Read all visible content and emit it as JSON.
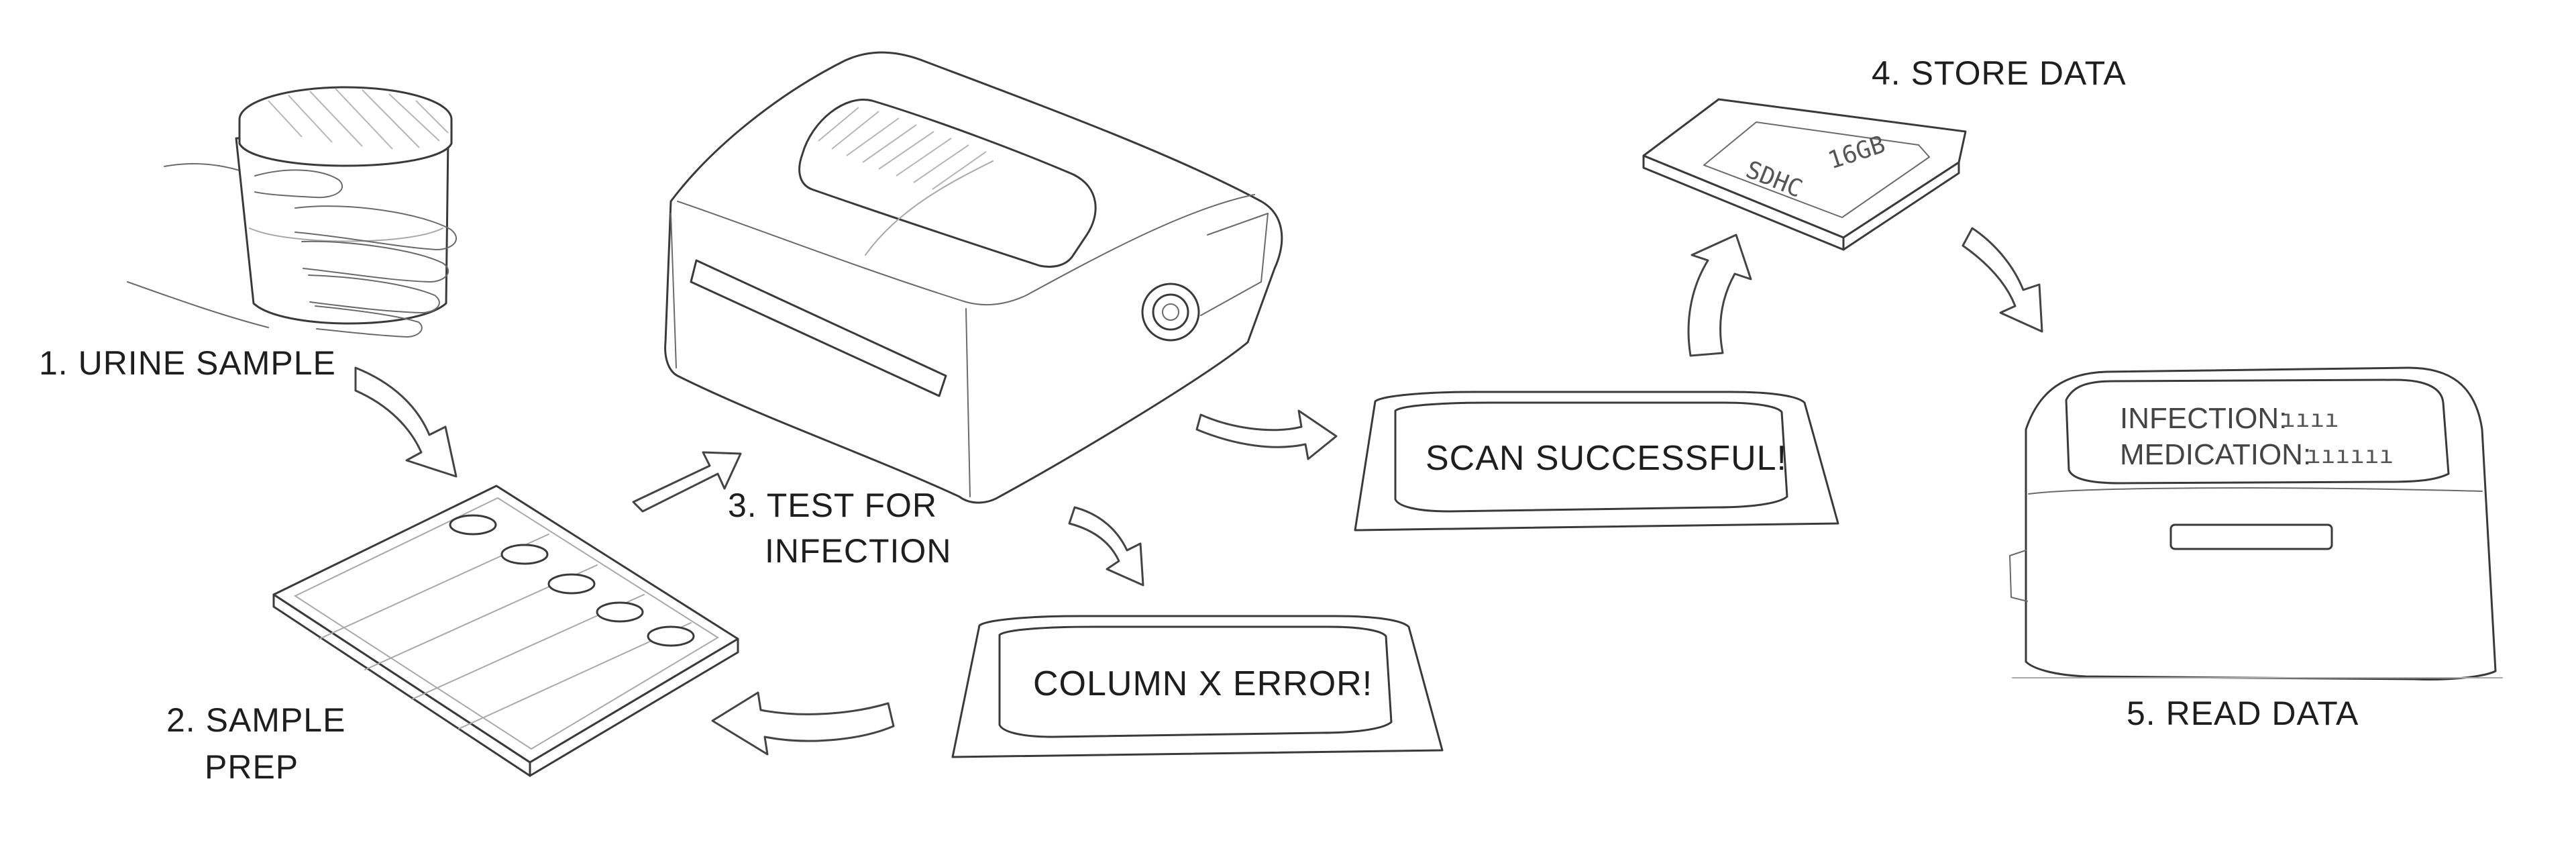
{
  "steps": {
    "s1": "1. URINE SAMPLE",
    "s2_a": "2. SAMPLE",
    "s2_b": "PREP",
    "s3_a": "3. TEST FOR",
    "s3_b": "INFECTION",
    "s4": "4. STORE DATA",
    "s5": "5. READ DATA"
  },
  "screens": {
    "success": "SCAN SUCCESSFUL!",
    "error": "COLUMN X ERROR!"
  },
  "sd_card": {
    "brand": "SDHC",
    "capacity": "16GB"
  },
  "reader": {
    "infection_label": "INFECTION:",
    "infection_value": "ıııı",
    "medication_label": "MEDICATION:",
    "medication_value": "ıııııı"
  }
}
